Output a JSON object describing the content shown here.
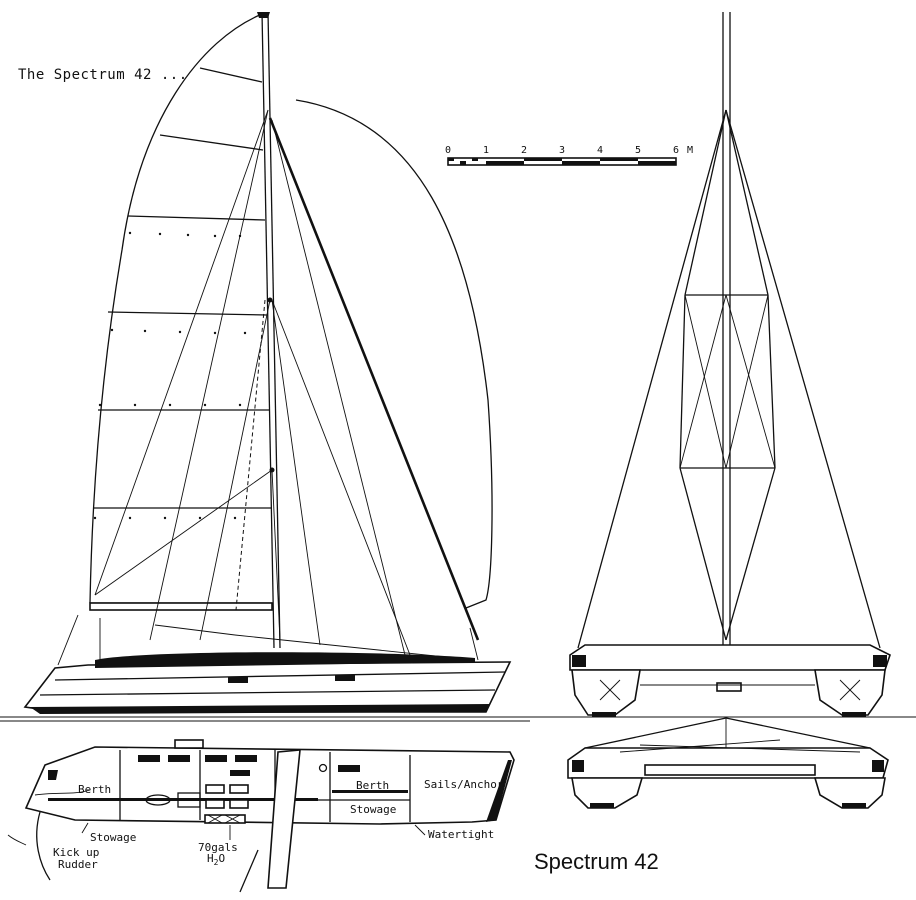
{
  "header": {
    "title": "The Spectrum 42 ..."
  },
  "caption": "Spectrum 42",
  "scale_bar": {
    "ticks": [
      "0",
      "1",
      "2",
      "3",
      "4",
      "5",
      "6"
    ],
    "unit": "M"
  },
  "plan_labels": {
    "berth_aft": "Berth",
    "berth_fwd": "Berth",
    "sails_anchor": "Sails/Anchor",
    "stowage_aft": "Stowage",
    "stowage_fwd": "Stowage",
    "kick_up": "Kick up",
    "rudder": "Rudder",
    "water_qty": "70gals",
    "water_h": "H",
    "water_sub": "2",
    "water_o": "O",
    "watertight": "Watertight"
  }
}
